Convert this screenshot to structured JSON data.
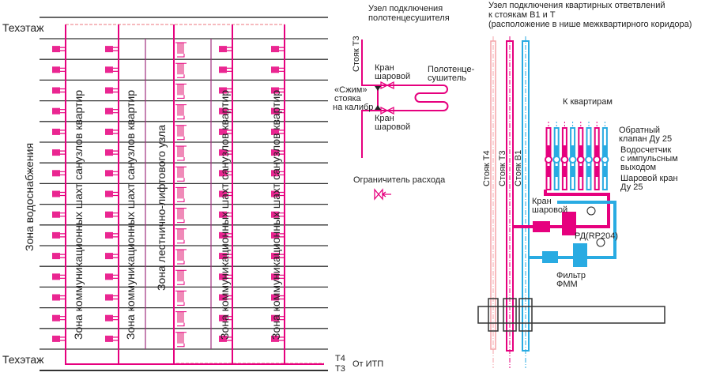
{
  "left": {
    "top_floor_label": "Техэтаж",
    "bottom_floor_label": "Техэтаж",
    "floors": 15,
    "zone_water": "Зона водоснабжения",
    "zone_shafts": "Зона коммуникационных шахт санузлов квартир",
    "zone_stairs": "Зона лестнично-лифтового узла",
    "t4": "Т4",
    "t3": "Т3",
    "from_itp": "От ИТП"
  },
  "towel": {
    "title1": "Узел подключения",
    "title2": "полотенцесушителя",
    "riser": "Стояк Т3",
    "valve_top1": "Кран",
    "valve_top2": "шаровой",
    "valve_bot1": "Кран",
    "valve_bot2": "шаровой",
    "dryer1": "Полотенце-",
    "dryer2": "сушитель",
    "squeeze1": "«Сжим»",
    "squeeze2": "стояка",
    "squeeze3": "на калибр",
    "limiter": "Ограничитель расхода"
  },
  "branch": {
    "title1": "Узел подключения квартирных ответвлений",
    "title2": "к стоякам В1 и Т",
    "title3": "(расположение в нише межквартирного коридора)",
    "riser_t4": "Стояк Т4",
    "riser_t3": "Стояк Т3",
    "riser_b1": "Стояк В1",
    "to_apts": "К квартирам",
    "check1": "Обратный",
    "check2": "клапан Ду 25",
    "meter1": "Водосчетчик",
    "meter2": "с импульсным",
    "meter3": "выходом",
    "ball1": "Шаровой кран",
    "ball2": "Ду 25",
    "valve1": "Кран",
    "valve2": "шаровой",
    "regulator": "РД(RP204)",
    "filter1": "Фильтр",
    "filter2": "ФММ"
  },
  "colors": {
    "t3": "#e6007e",
    "t4": "#f4a3a8",
    "b1": "#29abe2",
    "line": "#333333",
    "lift": "#a0307e"
  }
}
